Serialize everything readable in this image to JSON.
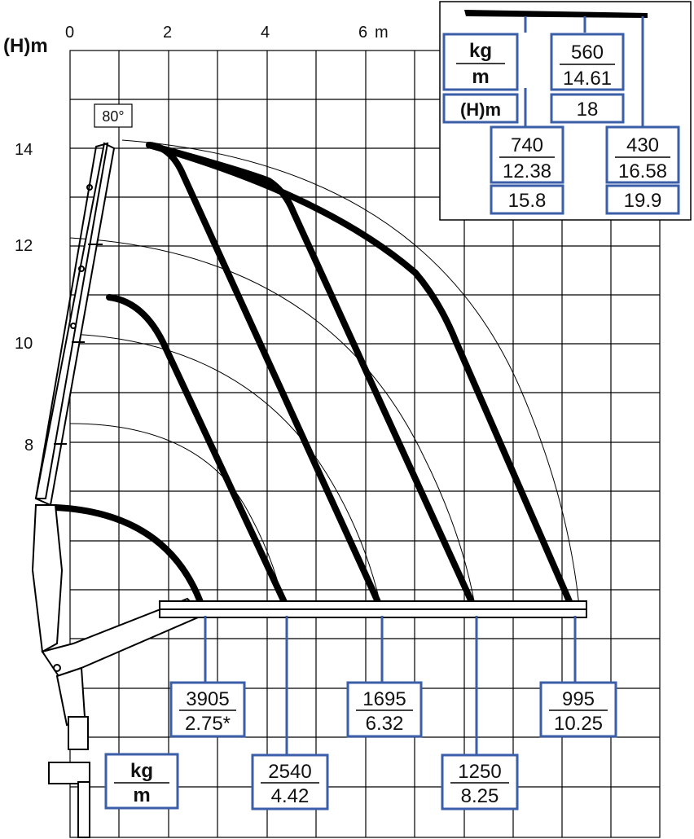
{
  "axes": {
    "y_title": "(H)m",
    "x_ticks": [
      "0",
      "2",
      "4",
      "6"
    ],
    "x_unit": "m",
    "y_ticks": [
      "14",
      "12",
      "10",
      "8"
    ],
    "angle_label": "80°"
  },
  "legend": {
    "unit_top": "kg",
    "unit_bottom": "m",
    "height_label": "(H)m"
  },
  "load_points": [
    {
      "kg": "3905",
      "m": "2.75*"
    },
    {
      "kg": "2540",
      "m": "4.42"
    },
    {
      "kg": "1695",
      "m": "6.32"
    },
    {
      "kg": "1250",
      "m": "8.25"
    },
    {
      "kg": "995",
      "m": "10.25"
    }
  ],
  "jib_points": [
    {
      "kg": "740",
      "m": "12.38",
      "h": "15.8"
    },
    {
      "kg": "560",
      "m": "14.61",
      "h": "18"
    },
    {
      "kg": "430",
      "m": "16.58",
      "h": "19.9"
    }
  ],
  "colors": {
    "box_border": "#3a5ea8",
    "grid": "#000000",
    "curve": "#000000"
  }
}
